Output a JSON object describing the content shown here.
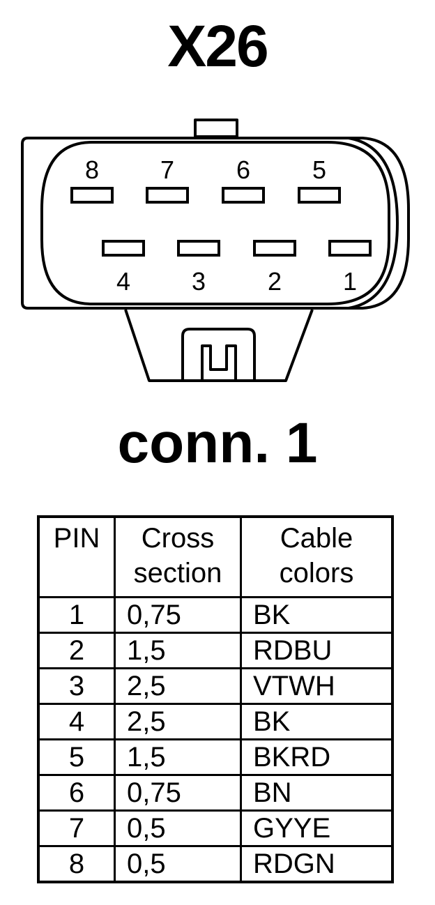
{
  "title": "X26",
  "connector_label": "conn. 1",
  "pin_numbers_top": [
    "8",
    "7",
    "6",
    "5"
  ],
  "pin_numbers_bottom": [
    "4",
    "3",
    "2",
    "1"
  ],
  "table": {
    "headers": {
      "pin": "PIN",
      "cross_section": [
        "Cross",
        "section"
      ],
      "cable_colors": [
        "Cable",
        "colors"
      ]
    },
    "rows": [
      {
        "pin": "1",
        "cross_section": "0,75",
        "color": "BK"
      },
      {
        "pin": "2",
        "cross_section": "1,5",
        "color": "RDBU"
      },
      {
        "pin": "3",
        "cross_section": "2,5",
        "color": "VTWH"
      },
      {
        "pin": "4",
        "cross_section": "2,5",
        "color": "BK"
      },
      {
        "pin": "5",
        "cross_section": "1,5",
        "color": "BKRD"
      },
      {
        "pin": "6",
        "cross_section": "0,75",
        "color": "BN"
      },
      {
        "pin": "7",
        "cross_section": "0,5",
        "color": "GYYE"
      },
      {
        "pin": "8",
        "cross_section": "0,5",
        "color": "RDGN"
      }
    ]
  }
}
